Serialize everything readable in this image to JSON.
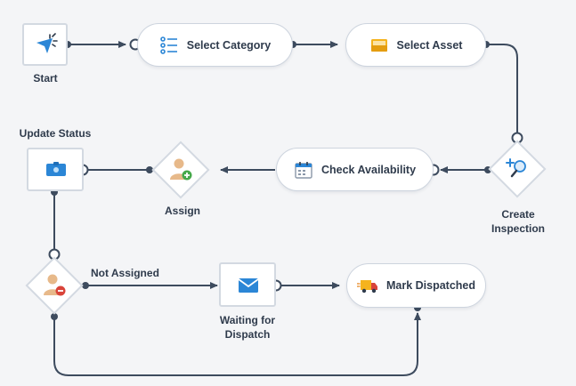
{
  "nodes": {
    "start": {
      "label": "Start",
      "icon": "cursor-click-icon"
    },
    "select_category": {
      "label": "Select Category",
      "icon": "list-icon"
    },
    "select_asset": {
      "label": "Select Asset",
      "icon": "inbox-tray-icon"
    },
    "create_inspection": {
      "label_line1": "Create",
      "label_line2": "Inspection",
      "icon": "magnify-plus-icon"
    },
    "check_availability": {
      "label": "Check Availability",
      "icon": "calendar-icon"
    },
    "assign": {
      "label": "Assign",
      "icon": "user-add-icon"
    },
    "update_status": {
      "label": "Update Status",
      "icon": "id-card-icon"
    },
    "not_assigned_gateway": {
      "label": "Not Assigned",
      "icon": "user-remove-icon"
    },
    "waiting_for_dispatch": {
      "label_line1": "Waiting for",
      "label_line2": "Dispatch",
      "icon": "envelope-icon"
    },
    "mark_dispatched": {
      "label": "Mark Dispatched",
      "icon": "delivery-truck-icon"
    }
  },
  "colors": {
    "background": "#f4f5f7",
    "connector": "#3d4b5e",
    "node_border": "#d3d9e1",
    "accent_blue": "#2b86d6",
    "accent_yellow": "#f5b31d",
    "accent_green": "#46a84a",
    "accent_red": "#d9443a",
    "accent_orange": "#e8871e"
  }
}
